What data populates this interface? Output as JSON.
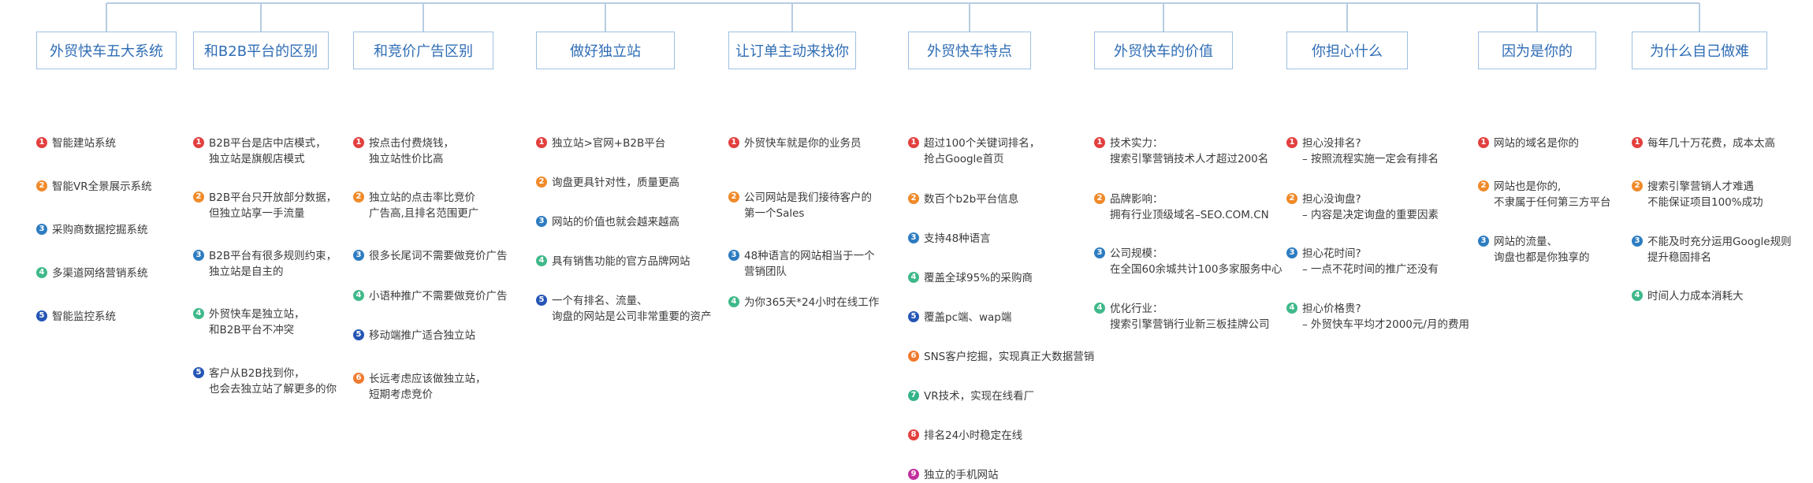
{
  "colors": {
    "connector": "#b7cce3",
    "heading_border": "#9ec0e2",
    "heading_text": "#2f6db5",
    "badges": [
      "#e2403f",
      "#f08a2a",
      "#2d7cc1",
      "#40b98a",
      "#2556b5",
      "#f07a2e",
      "#35b389",
      "#e2403f",
      "#c1309d"
    ]
  },
  "columns": [
    {
      "title": "外贸快车五大系统",
      "items": [
        "智能建站系统",
        "智能VR全景展示系统",
        "采购商数据挖掘系统",
        "多渠道网络营销系统",
        "智能监控系统"
      ]
    },
    {
      "title": "和B2B平台的区别",
      "items": [
        "B2B平台是店中店模式，\n独立站是旗舰店模式",
        "B2B平台只开放部分数据，\n但独立站享一手流量",
        "B2B平台有很多规则约束，\n独立站是自主的",
        "外贸快车是独立站，\n和B2B平台不冲突",
        "客户从B2B找到你，\n也会去独立站了解更多的你"
      ]
    },
    {
      "title": "和竞价广告区别",
      "items": [
        "按点击付费烧钱，\n独立站性价比高",
        "独立站的点击率比竞价\n广告高,且排名范围更广",
        "很多长尾词不需要做竞价广告",
        "小语种推广不需要做竞价广告",
        "移动端推广适合独立站",
        "长远考虑应该做独立站，\n短期考虑竞价"
      ]
    },
    {
      "title": "做好独立站",
      "items": [
        "独立站>官网+B2B平台",
        "询盘更具针对性，质量更高",
        "网站的价值也就会越来越高",
        "具有销售功能的官方品牌网站",
        "一个有排名、流量、\n询盘的网站是公司非常重要的资产"
      ]
    },
    {
      "title": "让订单主动来找你",
      "items": [
        "外贸快车就是你的业务员",
        "公司网站是我们接待客户的\n第一个Sales",
        "48种语言的网站相当于一个\n营销团队",
        "为你365天*24小时在线工作"
      ]
    },
    {
      "title": "外贸快车特点",
      "items": [
        "超过100个关键词排名，\n抢占Google首页",
        "数百个b2b平台信息",
        "支持48种语言",
        "覆盖全球95%的采购商",
        "覆盖pc端、wap端",
        "SNS客户挖掘，实现真正大数据营销",
        "VR技术，实现在线看厂",
        "排名24小时稳定在线",
        "独立的手机网站"
      ]
    },
    {
      "title": "外贸快车的价值",
      "items": [
        "技术实力：\n搜索引擎营销技术人才超过200名",
        "品牌影响：\n拥有行业顶级域名–SEO.COM.CN",
        "公司规模：\n在全国60余城共计100多家服务中心",
        "优化行业：\n搜索引擎营销行业新三板挂牌公司"
      ]
    },
    {
      "title": "你担心什么",
      "items": [
        "担心没排名?\n– 按照流程实施一定会有排名",
        "担心没询盘?\n– 内容是决定询盘的重要因素",
        "担心花时间?\n– 一点不花时间的推广还没有",
        "担心价格贵?\n– 外贸快车平均才2000元/月的费用"
      ]
    },
    {
      "title": "因为是你的",
      "items": [
        "网站的域名是你的",
        "网站也是你的,\n不隶属于任何第三方平台",
        "网站的流量、\n询盘也都是你独享的"
      ]
    },
    {
      "title": "为什么自己做难",
      "items": [
        "每年几十万花费，成本太高",
        "搜索引擎营销人才难遇\n不能保证项目100%成功",
        "不能及时充分运用Google规则\n提升稳固排名",
        "时间人力成本消耗大"
      ]
    }
  ]
}
